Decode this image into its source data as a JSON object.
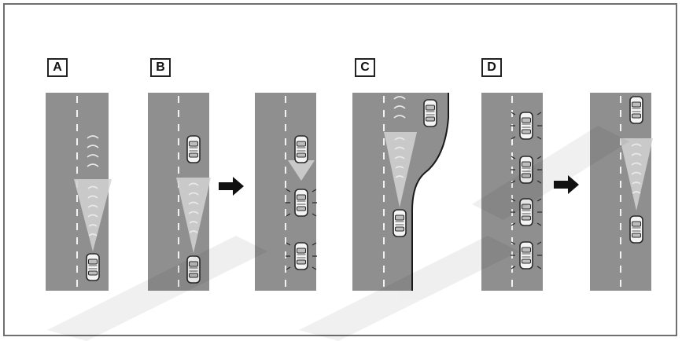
{
  "panels": [
    {
      "id": "A",
      "label": "A"
    },
    {
      "id": "B",
      "label": "B"
    },
    {
      "id": "C",
      "label": "C"
    },
    {
      "id": "D",
      "label": "D"
    }
  ],
  "colors": {
    "road": "#8f8f8f",
    "lane_dash": "#f2f2f2",
    "radar_cone": "#d4d4d4",
    "car_body": "#f4f4f4",
    "car_outline": "#2a2a2a",
    "frame": "#6f6f6f",
    "arrow": "#111111"
  },
  "icons": {
    "car": "car-top-view-icon",
    "arrow": "arrow-right-icon",
    "radar": "radar-cone-icon"
  }
}
